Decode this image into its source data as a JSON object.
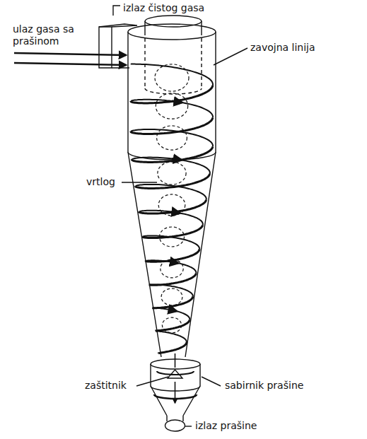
{
  "diagram": {
    "labels": [
      "izlaz čistog gasa",
      "ulaz gasa sa prašinom",
      "zavojna linija",
      "vrtlog",
      "zaštitnik",
      "sabirnik prašine",
      "izlaz prašine"
    ]
  }
}
